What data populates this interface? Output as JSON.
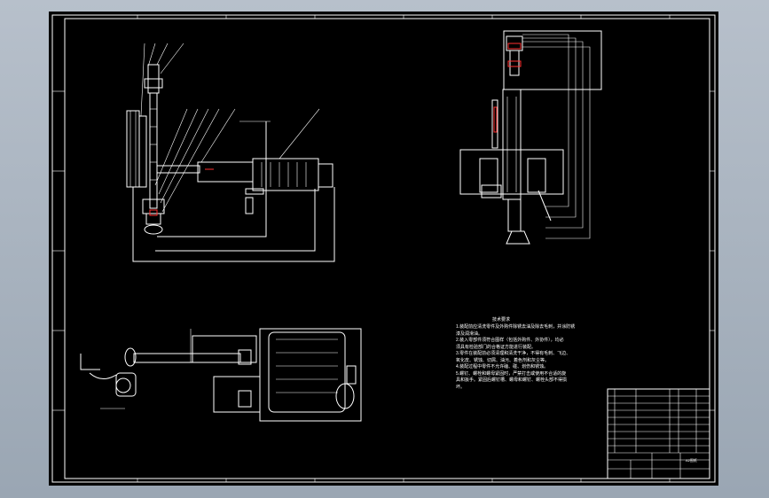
{
  "notes": {
    "title": "技术要求",
    "lines": [
      "1.装配前应清洗零件及外购件除锈去油及除去毛刺，并涂防锈",
      "漆及润滑油。",
      "2.装入零部件须符合图样（包括外购件、外协件），均必",
      "须具有检验部门的合格证方能进行装配。",
      "3.零件在装配前必须清理和清洗干净，不得有毛刺、飞边、",
      "氧化皮、锈蚀、切屑、油污、着色剂和灰尘等。",
      "4.装配过程中零件不允许磕、碰、划伤和锈蚀。",
      "5.螺钉、螺栓和螺母紧固时，严禁打击或使用不合适的旋",
      "具和扳手。紧固后螺钉槽、螺母和螺钉、螺栓头部不得损",
      "坏。"
    ]
  },
  "title_block": {
    "drawing_name": "A2图纸"
  },
  "colors": {
    "background": "#000000",
    "lines": "#ffffff",
    "highlight": "#ff3030",
    "frame_outer": "#9aa6b3"
  }
}
